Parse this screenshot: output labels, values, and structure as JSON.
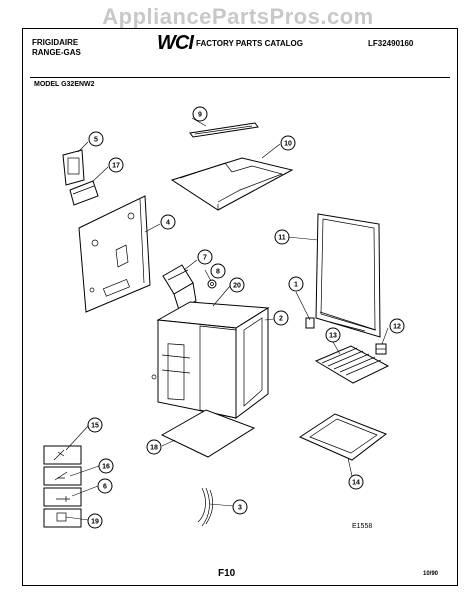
{
  "watermark": "AppliancePartsPros.com",
  "header": {
    "brand_line1": "FRIGIDAIRE",
    "brand_line2": "RANGE-GAS",
    "logo": "WCI",
    "catalog_title": "FACTORY PARTS CATALOG",
    "catalog_number": "LF32490160"
  },
  "model_label": "MODEL G32ENW2",
  "drawing_code": "E1558",
  "figure": "F10",
  "date": "10/90",
  "callouts": [
    "1",
    "2",
    "3",
    "4",
    "5",
    "6",
    "7",
    "8",
    "9",
    "10",
    "11",
    "12",
    "13",
    "14",
    "15",
    "16",
    "17",
    "18",
    "19",
    "20"
  ]
}
